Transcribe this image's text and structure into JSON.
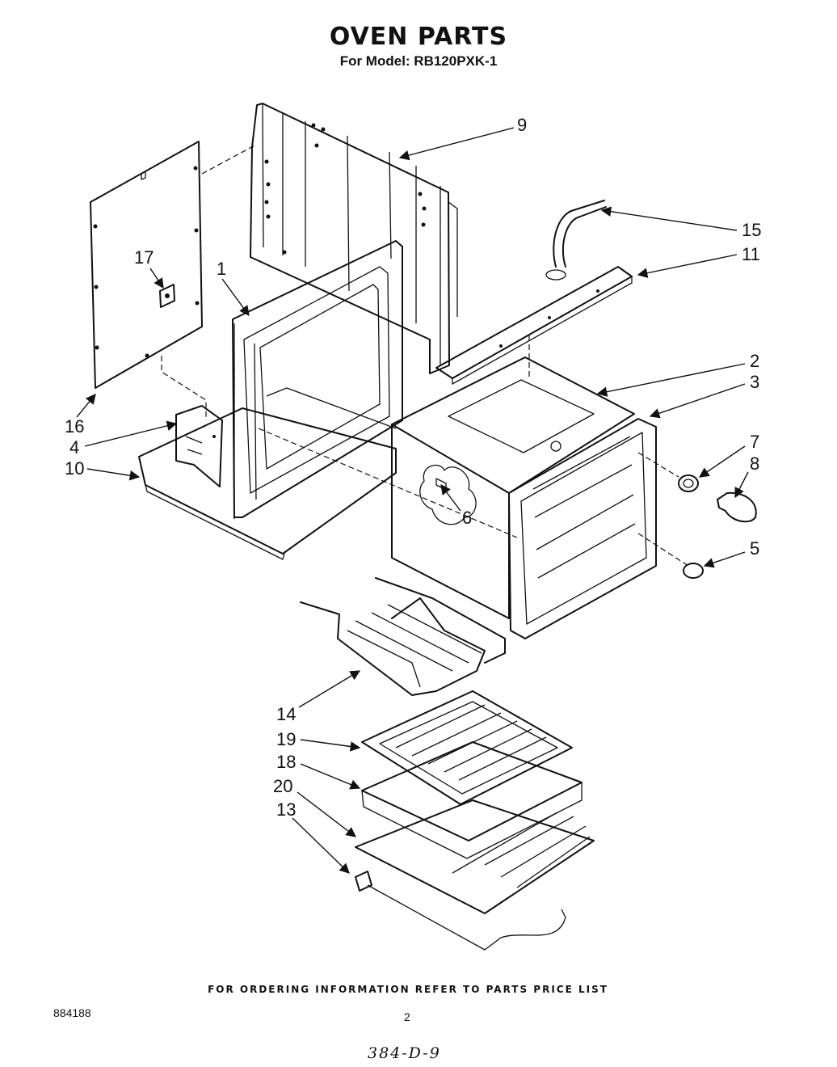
{
  "header": {
    "title": "OVEN PARTS",
    "subtitle": "For Model: RB120PXK-1"
  },
  "callouts": [
    "1",
    "2",
    "3",
    "4",
    "5",
    "6",
    "7",
    "8",
    "9",
    "10",
    "11",
    "13",
    "14",
    "15",
    "16",
    "17",
    "18",
    "19",
    "20"
  ],
  "footer": {
    "note": "FOR ORDERING INFORMATION REFER TO PARTS PRICE LIST",
    "doc_number": "884188",
    "page_number": "2",
    "handwritten": "384-D-9"
  }
}
